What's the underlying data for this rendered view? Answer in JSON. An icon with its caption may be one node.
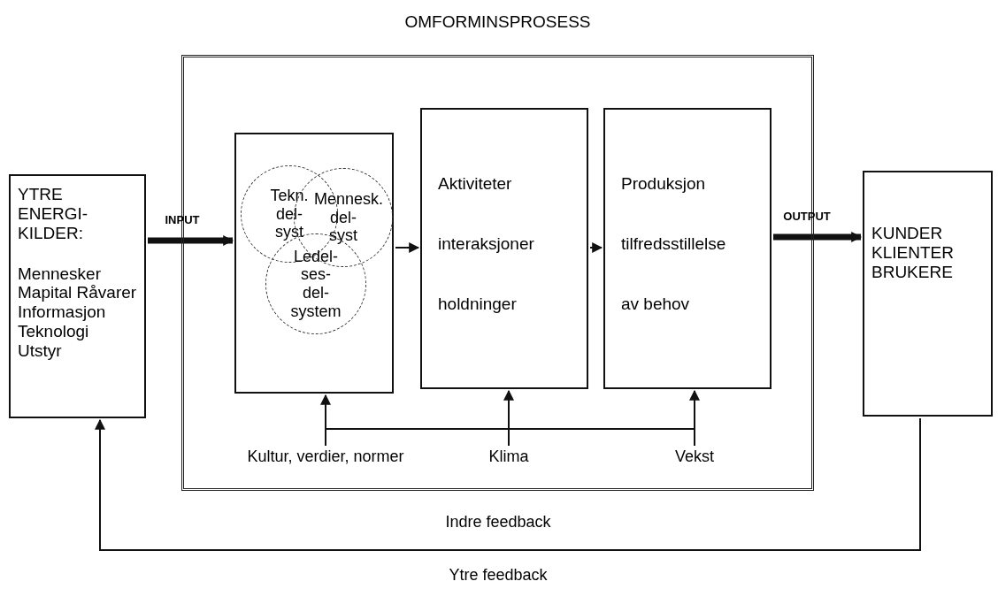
{
  "diagram": {
    "nodes": [
      {
        "text": [
          "YTRE ENERGI- KILDER:",
          "Mennesker Mapital Råvarer Informasjon Teknologi Utstyr"
        ]
      },
      {
        "text": [
          "OMFORMINSPROSESS"
        ]
      },
      {
        "text": [],
        "shape": "box",
        "in": 1
      },
      {
        "text": [
          "Tekn. del- syst"
        ],
        "in": 2
      },
      {
        "text": [
          "Mennesk. del- syst"
        ],
        "in": 2
      },
      {
        "text": [
          "Ledel- ses- del- system"
        ],
        "in": 2
      },
      {
        "text": [
          "Aktiviteter",
          "interaksjoner",
          "holdninger"
        ],
        "in": 1
      },
      {
        "text": [
          "Produksjon",
          "tilfredsstillelse",
          "av behov"
        ],
        "in": 1
      },
      {
        "text": [
          "Kultur, verdier, normer"
        ],
        "in": 1
      },
      {
        "text": [
          "Klima"
        ],
        "in": 1
      },
      {
        "text": [
          "Vekst"
        ],
        "in": 1
      },
      {
        "text": [
          "KUNDER KLIENTER BRUKERE"
        ]
      }
    ],
    "edges": [
      {
        "from": 0,
        "to": 2,
        "arrow": "to",
        "label": "INPUT",
        "style": "thick"
      },
      {
        "from": 2,
        "to": 6,
        "arrow": "to"
      },
      {
        "from": 6,
        "to": 7,
        "arrow": "to"
      },
      {
        "from": 7,
        "to": 11,
        "arrow": "to",
        "label": "OUTPUT",
        "style": "thick"
      },
      {
        "from": 8,
        "to": 2,
        "arrow": "to"
      },
      {
        "from": 9,
        "to": 6,
        "arrow": "to"
      },
      {
        "from": 10,
        "to": 7,
        "arrow": "to"
      },
      {
        "from": 11,
        "to": 0,
        "arrow": "to",
        "label": "Ytre feedback"
      }
    ],
    "labels": [
      "Indre feedback"
    ]
  }
}
